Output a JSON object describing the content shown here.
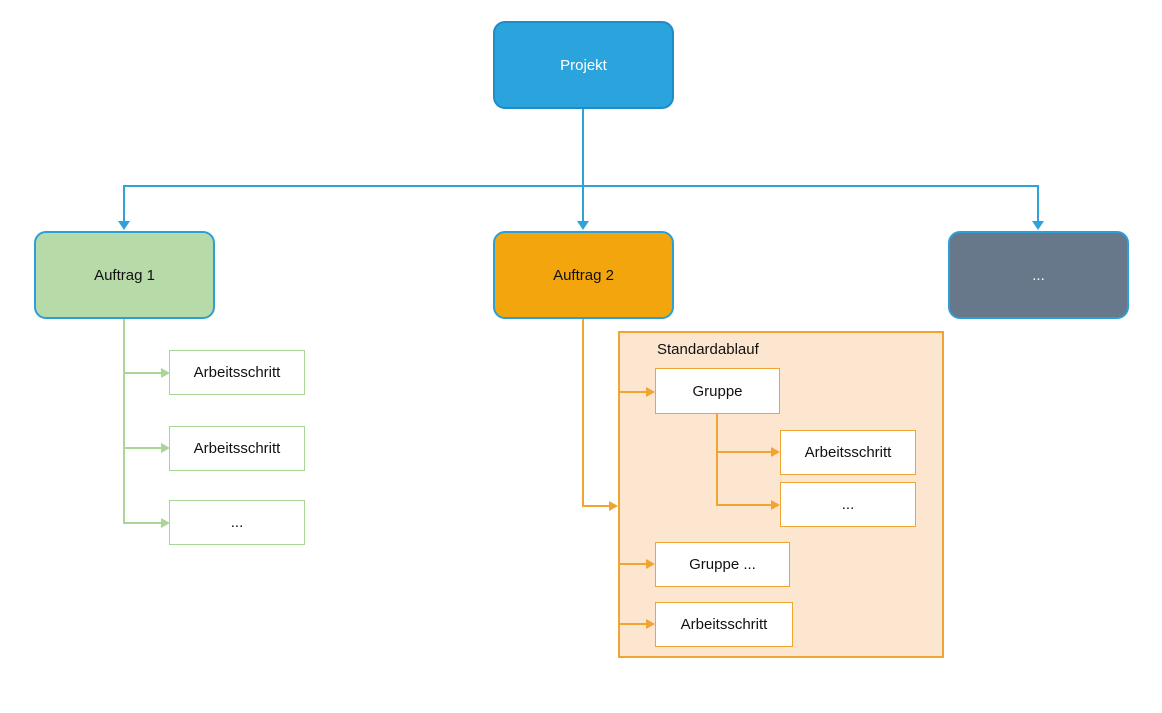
{
  "diagram": {
    "root": {
      "label": "Projekt"
    },
    "children": [
      {
        "id": "auftrag1",
        "label": "Auftrag 1"
      },
      {
        "id": "auftrag2",
        "label": "Auftrag 2"
      },
      {
        "id": "more",
        "label": "..."
      }
    ],
    "auftrag1_steps": [
      {
        "label": "Arbeitsschritt"
      },
      {
        "label": "Arbeitsschritt"
      },
      {
        "label": "..."
      }
    ],
    "standardablauf": {
      "label": "Standardablauf",
      "gruppe": {
        "label": "Gruppe"
      },
      "gruppe_steps": [
        {
          "label": "Arbeitsschritt"
        },
        {
          "label": "..."
        }
      ],
      "gruppe_more": {
        "label": "Gruppe ..."
      },
      "arbeitsschritt": {
        "label": "Arbeitsschritt"
      }
    },
    "colors": {
      "node_blue": "#2BA3DC",
      "node_blue_border": "#1D8CC7",
      "connector_blue": "#2FA2DC",
      "node_green": "#B7DAA9",
      "connector_green": "#A9D696",
      "node_orange": "#F2A50C",
      "connector_orange": "#F0A431",
      "container_fill": "#FCE6CF",
      "node_gray": "#66788A"
    }
  }
}
